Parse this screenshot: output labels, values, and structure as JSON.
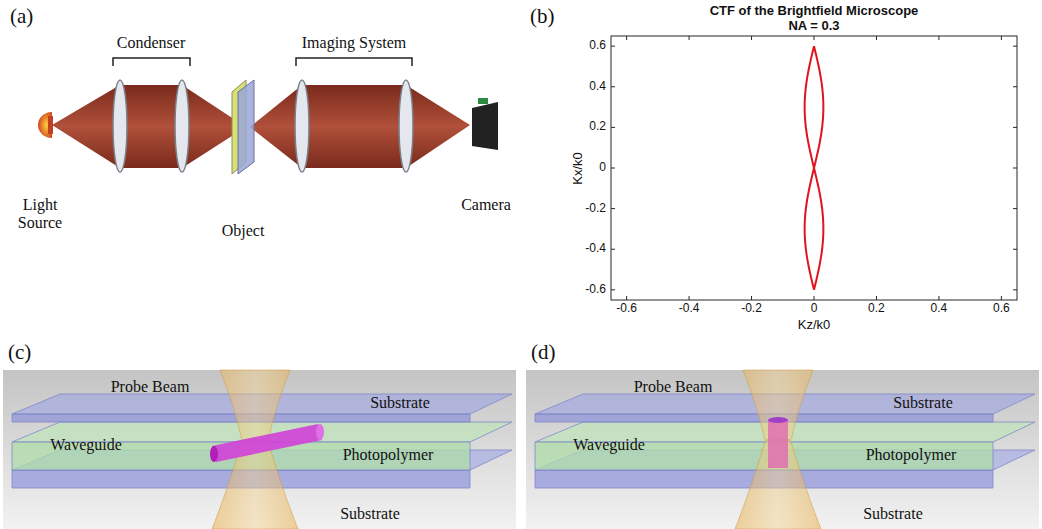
{
  "diagram": {
    "labels": [
      "(a)",
      "Condenser",
      "Imaging System",
      "Light Source",
      "Object",
      "Camera",
      "(b)",
      "CTF of the Brightfield Microscope",
      "NA = 0.3",
      "0.6",
      "0.4",
      "0.2",
      "0",
      "-0.2",
      "-0.4",
      "-0.6",
      "Kx/k0",
      "-0.6",
      "-0.4",
      "-0.2",
      "0",
      "0.2",
      "0.4",
      "0.6",
      "Kz/k0",
      "(c)",
      "Probe Beam",
      "Substrate",
      "Waveguide",
      "Photopolymer",
      "Substrate",
      "(d)",
      "Probe Beam",
      "Substrate",
      "Waveguide",
      "Photopolymer",
      "Substrate"
    ]
  }
}
